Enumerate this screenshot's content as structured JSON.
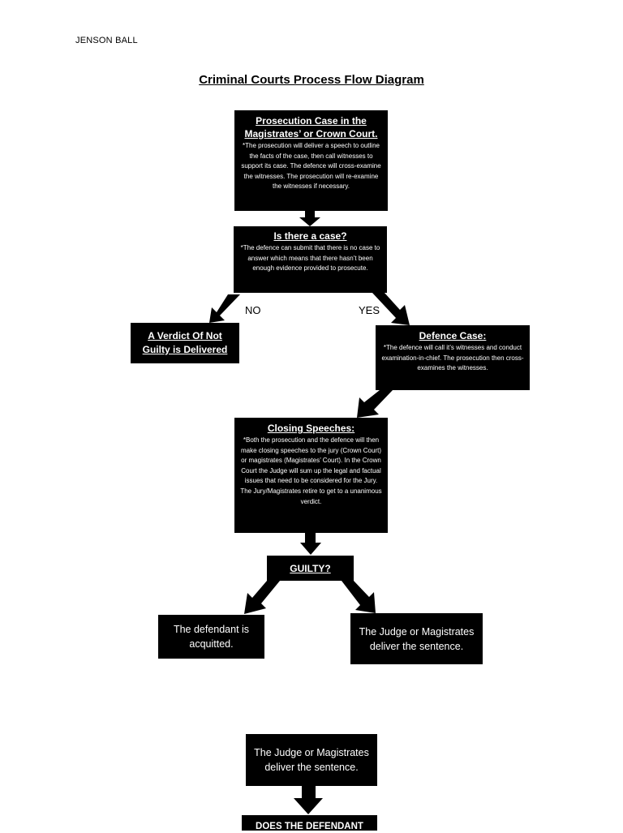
{
  "header": {
    "author": "JENSON BALL",
    "title": "Criminal Courts Process Flow Diagram"
  },
  "nodes": {
    "prosecution": {
      "title": "Prosecution Case in the Magistrates’ or Crown Court.",
      "body": "*The prosecution will deliver a speech to outline the facts of the case, then call witnesses to support its case. The defence will cross-examine the witnesses. The prosecution will re-examine the witnesses if necessary."
    },
    "is_case": {
      "title": "Is there a case?",
      "body": "*The defence can submit that there is no case to answer which means that there hasn’t been enough evidence provided to prosecute."
    },
    "not_guilty": {
      "title": "A Verdict Of Not Guilty is Delivered"
    },
    "defence": {
      "title": "Defence Case:",
      "body": "*The defence will call it’s witnesses and conduct examination-in-chief. The prosecution then cross-examines the witnesses."
    },
    "closing": {
      "title": "Closing Speeches:",
      "body": "*Both the prosecution and the defence will then make closing speeches to the jury (Crown Court) or magistrates (Magistrates’ Court). In the Crown Court the Judge will sum up the legal and factual issues that need to be considered for the Jury. The Jury/Magistrates retire to get to a unanimous verdict."
    },
    "guilty": {
      "title": "GUILTY?"
    },
    "acquitted": {
      "text": "The defendant is acquitted."
    },
    "sentence": {
      "text": "The Judge or Magistrates deliver the sentence."
    },
    "sentence2": {
      "text": "The Judge or Magistrates deliver the sentence."
    },
    "does_defendant": {
      "title": "DOES THE DEFENDANT"
    }
  },
  "labels": {
    "no": "NO",
    "yes": "YES"
  },
  "colors": {
    "box_fill": "#000000",
    "box_text": "#ffffff",
    "background": "#ffffff"
  }
}
